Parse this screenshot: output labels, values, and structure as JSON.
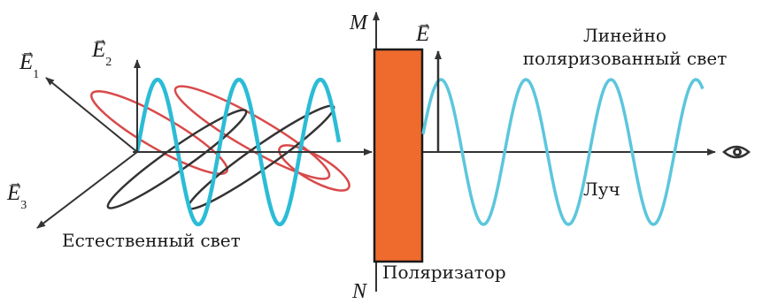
{
  "labels": {
    "e1": {
      "symbol": "E",
      "sub": "1"
    },
    "e2": {
      "symbol": "E",
      "sub": "2"
    },
    "e3": {
      "symbol": "E",
      "sub": "3"
    },
    "e": {
      "symbol": "E"
    },
    "m": "M",
    "n": "N",
    "natural_light": "Естественный свет",
    "polarizer": "Поляризатор",
    "beam": "Луч",
    "linear_line1": "Линейно",
    "linear_line2": "поляризованный свет"
  },
  "colors": {
    "natural_wave": "#2bbcd6",
    "polarized_wave": "#5cc6dc",
    "ellipse_red": "#d94a4a",
    "ellipse_dark": "#333333",
    "polarizer_fill": "#ef6a2d",
    "axis": "#333333"
  },
  "icons": [
    "eye-icon"
  ]
}
